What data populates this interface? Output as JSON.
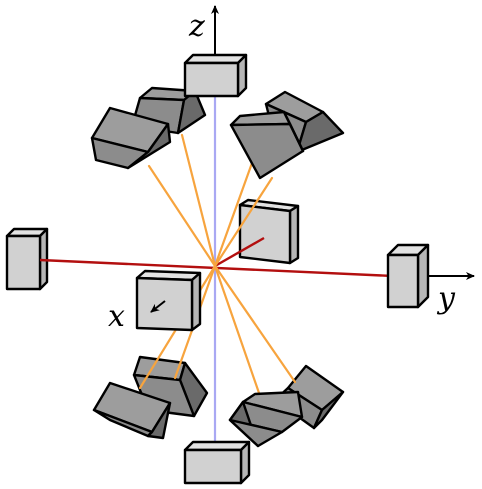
{
  "labels": {
    "z": "z",
    "y": "y",
    "x": "x"
  },
  "colors": {
    "z_axis": "#a9a8f3",
    "y_axis": "#b30f0f",
    "rays": "#f7a43e",
    "light_box_front": "#d1d1d1",
    "light_box_top": "#e3e3e3",
    "light_box_side": "#b6b6b6",
    "dark_box_front": "#8c8c8c",
    "dark_box_top": "#9d9d9d",
    "dark_box_side": "#6a6a6a"
  }
}
